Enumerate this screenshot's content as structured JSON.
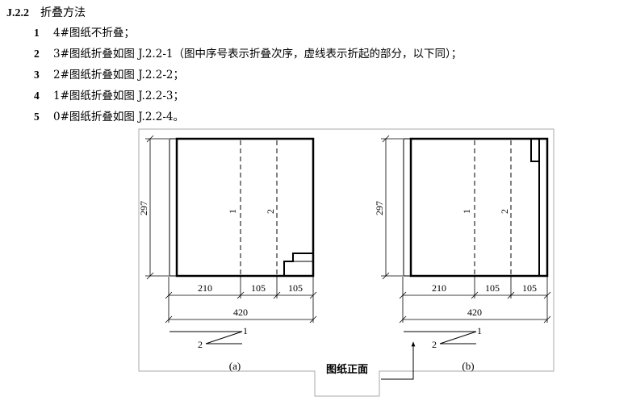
{
  "section": {
    "number": "J.2.2",
    "title": "折叠方法"
  },
  "items": [
    {
      "n": "1",
      "text": "4#图纸不折叠；"
    },
    {
      "n": "2",
      "text": "3#图纸折叠如图 J.2.2-1（图中序号表示折叠次序，虚线表示折起的部分，以下同）；"
    },
    {
      "n": "3",
      "text": "2#图纸折叠如图 J.2.2-2；"
    },
    {
      "n": "4",
      "text": "1#图纸折叠如图 J.2.2-3；"
    },
    {
      "n": "5",
      "text": "0#图纸折叠如图 J.2.2-4。"
    }
  ],
  "figure": {
    "a": {
      "height_dim": "297",
      "fold_labels": [
        "1",
        "2"
      ],
      "segments": [
        "210",
        "105",
        "105"
      ],
      "total": "420",
      "order_1": "1",
      "order_2": "2",
      "caption": "(a)"
    },
    "b": {
      "height_dim": "297",
      "fold_labels": [
        "1",
        "2"
      ],
      "segments": [
        "210",
        "105",
        "105"
      ],
      "total": "420",
      "order_1": "1",
      "order_2": "2",
      "caption": "(b)"
    },
    "front_label": "图纸正面"
  }
}
